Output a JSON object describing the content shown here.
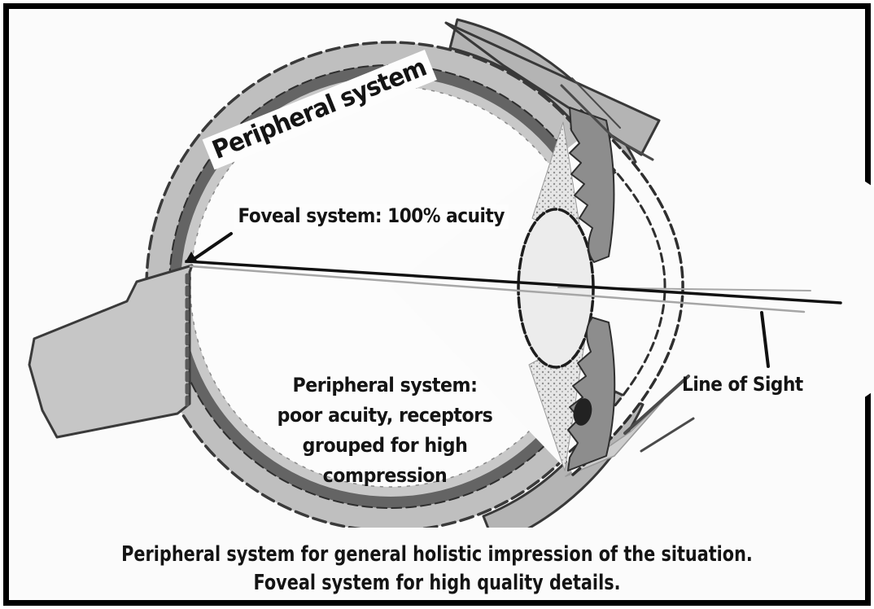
{
  "figure": {
    "annotations": {
      "peripheral_title": "Peripheral system",
      "foveal": "Foveal system: 100% acuity",
      "peripheral_detail": {
        "lines": [
          "Peripheral system:",
          "poor acuity, receptors",
          "grouped for high",
          "compression"
        ]
      },
      "line_of_sight": "Line of Sight"
    },
    "caption": {
      "lines": [
        "Peripheral system for general holistic impression of the situation.",
        "Foveal system for high quality details."
      ]
    },
    "colors": {
      "background": "#fbfbfb",
      "frame": "#000000",
      "sclera": "#bfbfbf",
      "choroid": "#646464",
      "retina": "#c8c8c8",
      "interior": "#fcfcfc",
      "optic_nerve": "#c6c6c6",
      "muscle": "#b4b4b4",
      "ciliary_iris": "#8d8d8d",
      "lens": "#ececec",
      "cornea_fill": "#fbfbfb",
      "outline": "#383838",
      "sight_line": "#111111",
      "secondary_line": "#a6a6a6"
    }
  }
}
